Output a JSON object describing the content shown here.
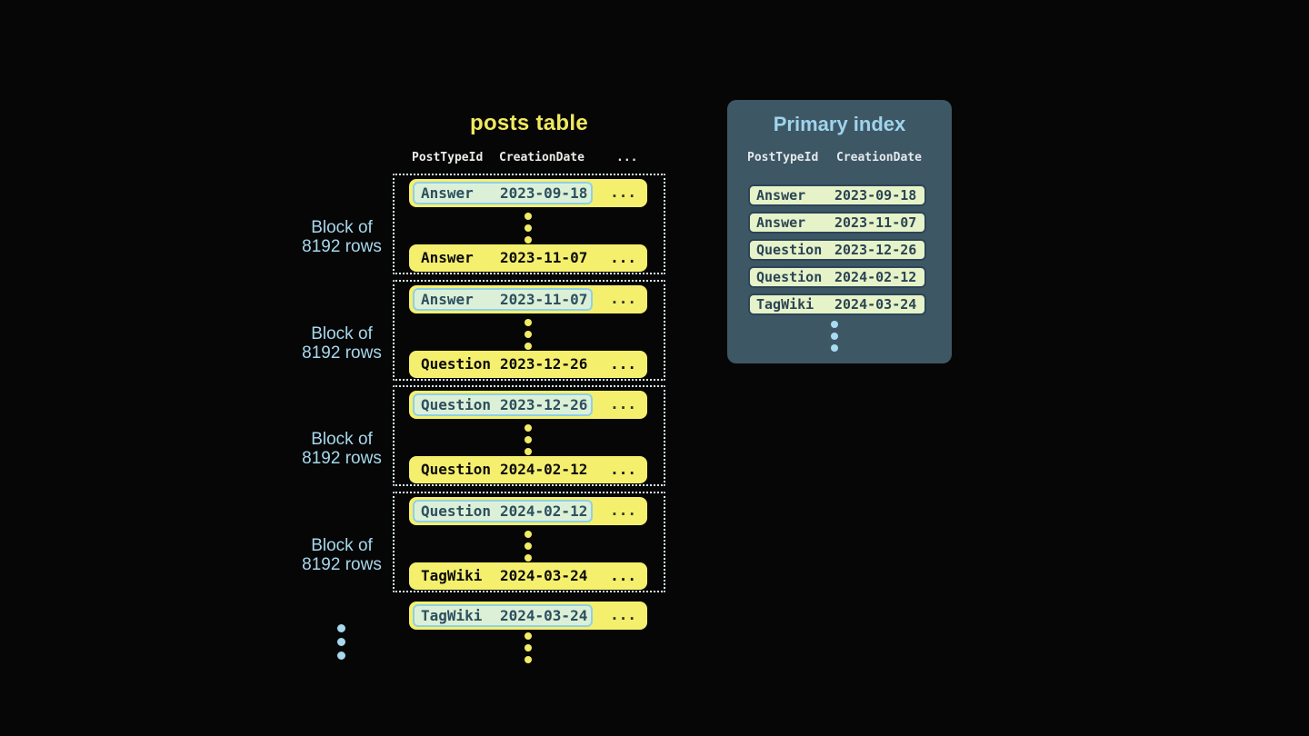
{
  "colors": {
    "background": "#060606",
    "row_yellow": "#f5ef6e",
    "title_yellow": "#f0e95f",
    "highlight_cell_bg": "#dcf0d8",
    "highlight_cell_border": "#8ed0e9",
    "panel_bg": "#3e5765",
    "index_row_bg": "#e6f3c8",
    "dark_slate_text": "#2b4456",
    "light_blue_text": "#a6d7ec",
    "header_text": "#e9ece7",
    "dotted_border": "#daeef8"
  },
  "icons": {
    "vertical_ellipsis": "⋮"
  },
  "posts_table": {
    "title": "posts table",
    "columns": [
      "PostTypeId",
      "CreationDate",
      "..."
    ],
    "block_label": [
      "Block of",
      "8192 rows"
    ],
    "blocks": [
      {
        "first_row": {
          "post_type": "Answer",
          "creation_date": "2023-09-18",
          "more": "..."
        },
        "last_row": {
          "post_type": "Answer",
          "creation_date": "2023-11-07",
          "more": "..."
        }
      },
      {
        "first_row": {
          "post_type": "Answer",
          "creation_date": "2023-11-07",
          "more": "..."
        },
        "last_row": {
          "post_type": "Question",
          "creation_date": "2023-12-26",
          "more": "..."
        }
      },
      {
        "first_row": {
          "post_type": "Question",
          "creation_date": "2023-12-26",
          "more": "..."
        },
        "last_row": {
          "post_type": "Question",
          "creation_date": "2024-02-12",
          "more": "..."
        }
      },
      {
        "first_row": {
          "post_type": "Question",
          "creation_date": "2024-02-12",
          "more": "..."
        },
        "last_row": {
          "post_type": "TagWiki",
          "creation_date": "2024-03-24",
          "more": "..."
        }
      }
    ],
    "overflow_row": {
      "post_type": "TagWiki",
      "creation_date": "2024-03-24",
      "more": "..."
    }
  },
  "primary_index": {
    "title": "Primary index",
    "columns": [
      "PostTypeId",
      "CreationDate"
    ],
    "rows": [
      {
        "post_type": "Answer",
        "creation_date": "2023-09-18"
      },
      {
        "post_type": "Answer",
        "creation_date": "2023-11-07"
      },
      {
        "post_type": "Question",
        "creation_date": "2023-12-26"
      },
      {
        "post_type": "Question",
        "creation_date": "2024-02-12"
      },
      {
        "post_type": "TagWiki",
        "creation_date": "2024-03-24"
      }
    ]
  }
}
